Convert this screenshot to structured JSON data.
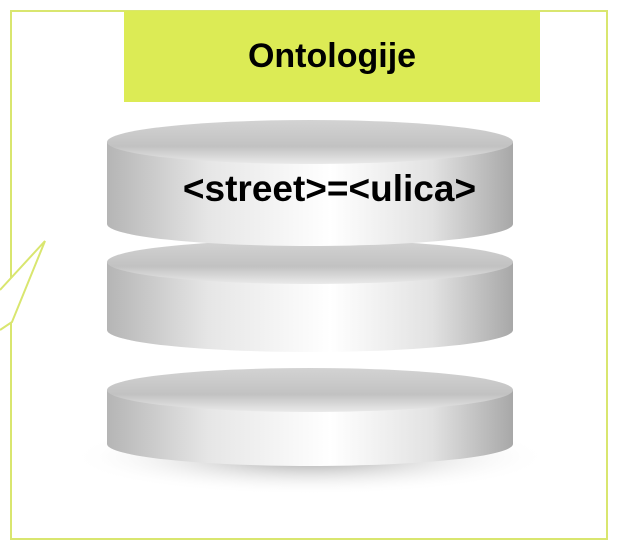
{
  "title": "Ontologije",
  "database": {
    "label": "<street>=<ulica>",
    "disks": 3
  },
  "colors": {
    "frame_border": "#d9e66f",
    "title_background": "#dceb55",
    "disk_light": "#f7f7f7",
    "disk_dark": "#a9a9a9"
  },
  "icons": {
    "database": "database-stack-icon",
    "pointer": "speech-pointer-icon"
  }
}
